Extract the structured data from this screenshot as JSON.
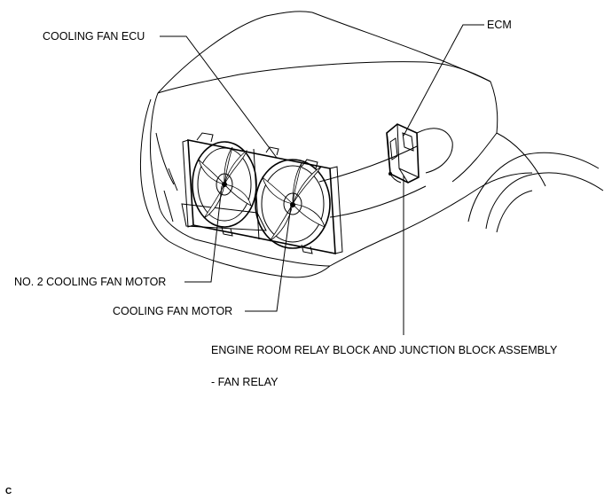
{
  "labels": {
    "cooling_fan_ecu": "COOLING FAN ECU",
    "ecm": "ECM",
    "no2_cooling_fan_motor": "NO. 2 COOLING FAN MOTOR",
    "cooling_fan_motor": "COOLING FAN MOTOR",
    "relay_block": "ENGINE ROOM RELAY BLOCK AND JUNCTION BLOCK ASSEMBLY",
    "fan_relay": "- FAN RELAY",
    "corner_code": "C"
  }
}
